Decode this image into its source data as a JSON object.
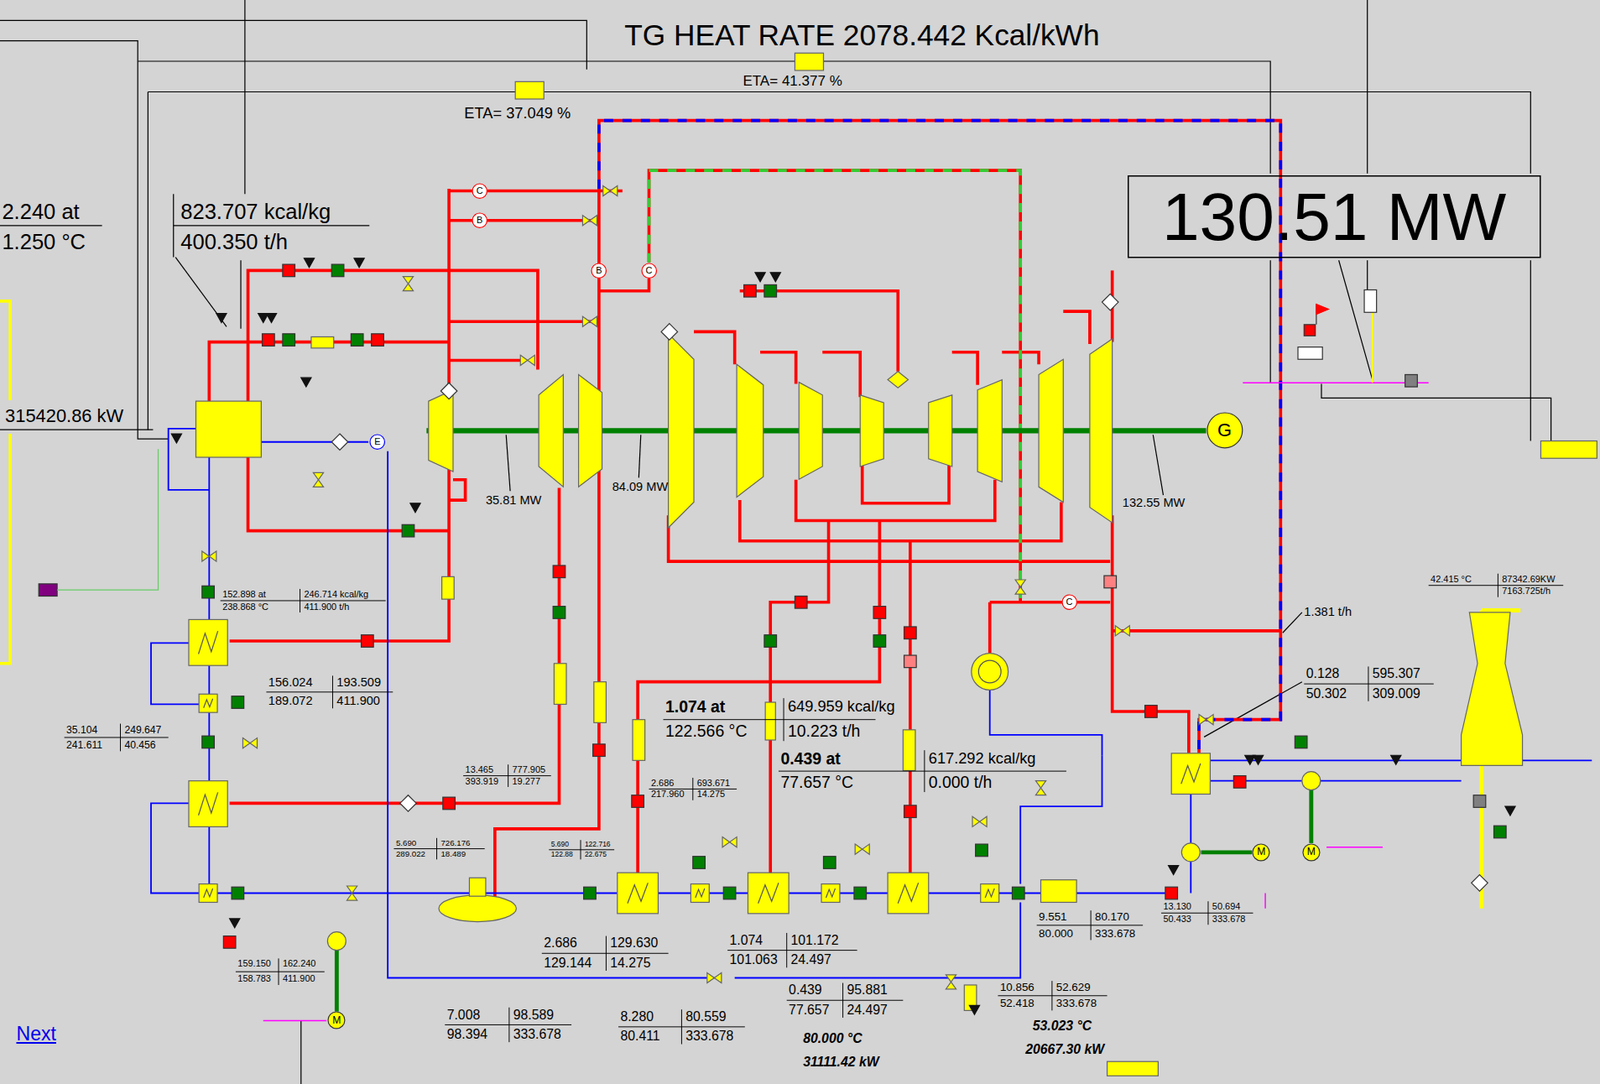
{
  "diagram": {
    "title": "TG HEAT RATE 2078.442 Kcal/kWh",
    "nodes": [
      {
        "text": [
          "130.51 MW"
        ]
      },
      {
        "text": [
          "C"
        ]
      },
      {
        "text": [
          "B"
        ]
      },
      {
        "text": [
          "B"
        ]
      },
      {
        "text": [
          "C"
        ]
      },
      {
        "text": [
          "E"
        ]
      },
      {
        "text": [
          "G"
        ]
      },
      {
        "text": [
          "C"
        ]
      },
      {
        "text": [
          "M"
        ]
      },
      {
        "text": [
          "M"
        ]
      },
      {
        "text": [
          "M"
        ]
      }
    ],
    "labels": [
      "ETA= 41.377 %",
      "ETA= 37.049 %",
      "2.240 at",
      "1.250 °C",
      "823.707 kcal/kg",
      "400.350 t/h",
      "315420.86 kW",
      "35.81 MW",
      "84.09 MW",
      "132.55 MW",
      "1.381 t/h",
      "152.898 at",
      "246.714 kcal/kg",
      "238.868 °C",
      "411.900 t/h",
      "156.024",
      "193.509",
      "189.072",
      "411.900",
      "35.104",
      "249.647",
      "241.611",
      "40.456",
      "13.465",
      "777.905",
      "393.919",
      "19.277",
      "5.690",
      "726.176",
      "289.022",
      "18.489",
      "5.690",
      "122.716",
      "122.88",
      "22.675",
      "2.686",
      "693.671",
      "217.960",
      "14.275",
      "1.074 at",
      "649.959 kcal/kg",
      "122.566 °C",
      "10.223 t/h",
      "0.439 at",
      "617.292 kcal/kg",
      "77.657 °C",
      "0.000 t/h",
      "2.686",
      "129.630",
      "129.144",
      "14.275",
      "1.074",
      "101.172",
      "101.063",
      "24.497",
      "7.008",
      "98.589",
      "98.394",
      "333.678",
      "8.280",
      "80.559",
      "80.411",
      "333.678",
      "0.439",
      "95.881",
      "77.657",
      "24.497",
      "80.000 °C",
      "31111.42 kW",
      "10.856",
      "52.629",
      "52.418",
      "333.678",
      "53.023 °C",
      "20667.30 kW",
      "9.551",
      "80.170",
      "80.000",
      "333.678",
      "13.130",
      "50.694",
      "50.433",
      "333.678",
      "0.128",
      "595.307",
      "50.302",
      "309.009",
      "42.415 °C",
      "87342.69KW",
      "7163.725t/h",
      "159.150",
      "162.240",
      "158.783",
      "411.900",
      "Next"
    ]
  }
}
